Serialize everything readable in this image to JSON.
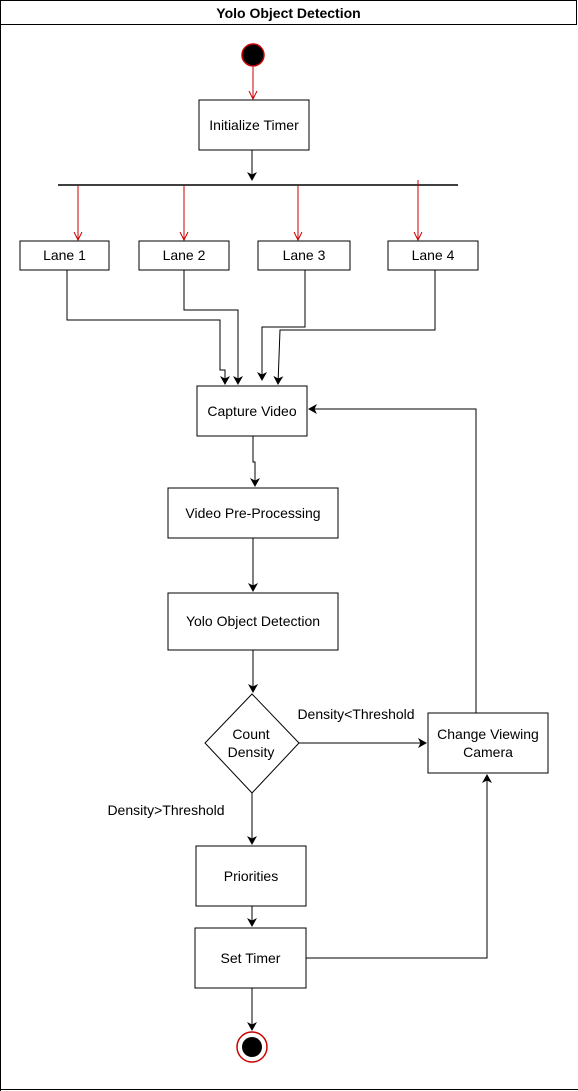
{
  "title": "Yolo Object Detection",
  "nodes": {
    "init_timer": "Initialize Timer",
    "lane1": "Lane 1",
    "lane2": "Lane 2",
    "lane3": "Lane 3",
    "lane4": "Lane 4",
    "capture_video": "Capture Video",
    "preprocessing": "Video Pre-Processing",
    "yolo_detection": "Yolo Object Detection",
    "count_density_line1": "Count",
    "count_density_line2": "Density",
    "change_camera_line1": "Change Viewing",
    "change_camera_line2": "Camera",
    "priorities": "Priorities",
    "set_timer": "Set Timer"
  },
  "edge_labels": {
    "density_low": "Density<Threshold",
    "density_high": "Density>Threshold"
  },
  "colors": {
    "line": "#000000",
    "fork_arrow": "#cc0000",
    "start_fill": "#000000",
    "start_stroke": "#cc0000",
    "end_ring": "#cc0000"
  }
}
